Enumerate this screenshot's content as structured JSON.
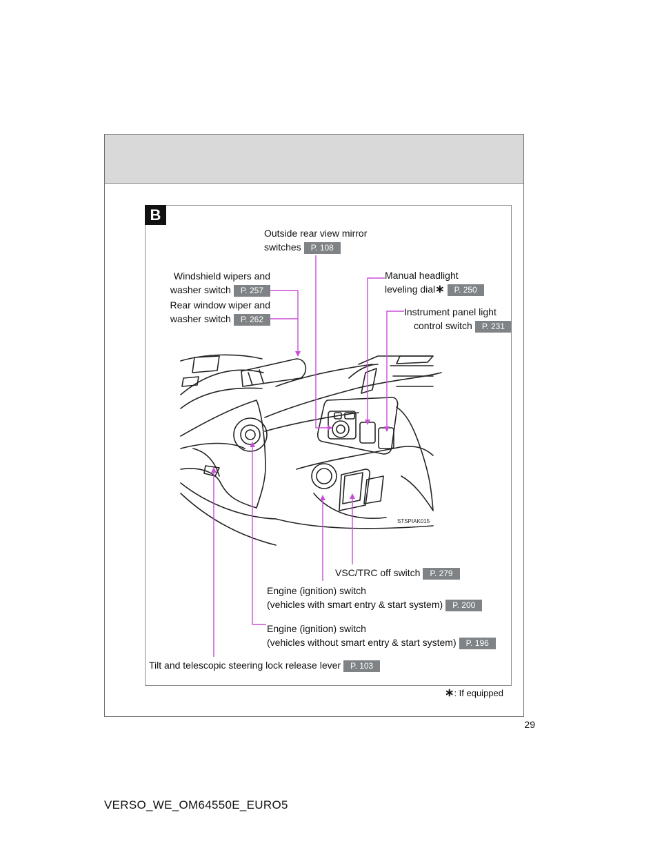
{
  "page": {
    "number": "29",
    "footer_code": "VERSO_WE_OM64550E_EURO5"
  },
  "section": {
    "badge": "B"
  },
  "illustration": {
    "code": "STSPIAK015"
  },
  "footnote": {
    "symbol": "∗",
    "text": ": If equipped"
  },
  "colors": {
    "callout_line": "#c84ed8",
    "ref_badge": "#7f8386",
    "header_band": "#d9d9d9"
  },
  "callouts": {
    "mirror": {
      "line1": "Outside rear view mirror",
      "line2": "switches",
      "ref": "P. 108"
    },
    "wipers": {
      "line1": "Windshield wipers and",
      "line2": "washer switch",
      "ref": "P. 257"
    },
    "rear_wiper": {
      "line1": "Rear window wiper and",
      "line2": "washer switch",
      "ref": "P. 262"
    },
    "headlight": {
      "line1": "Manual headlight",
      "line2": "leveling dial",
      "mark": "∗",
      "ref": "P. 250"
    },
    "panel_light": {
      "line1": "Instrument panel light",
      "line2": "control switch",
      "ref": "P. 231"
    },
    "vsc": {
      "line1": "VSC/TRC off switch",
      "ref": "P. 279"
    },
    "engine_smart": {
      "line1": "Engine (ignition) switch",
      "line2": "(vehicles with smart entry & start system)",
      "ref": "P. 200"
    },
    "engine_nosmart": {
      "line1": "Engine (ignition) switch",
      "line2": "(vehicles without smart entry & start system)",
      "ref": "P. 196"
    },
    "tilt": {
      "line1": "Tilt and telescopic steering lock release lever",
      "ref": "P. 103"
    }
  }
}
